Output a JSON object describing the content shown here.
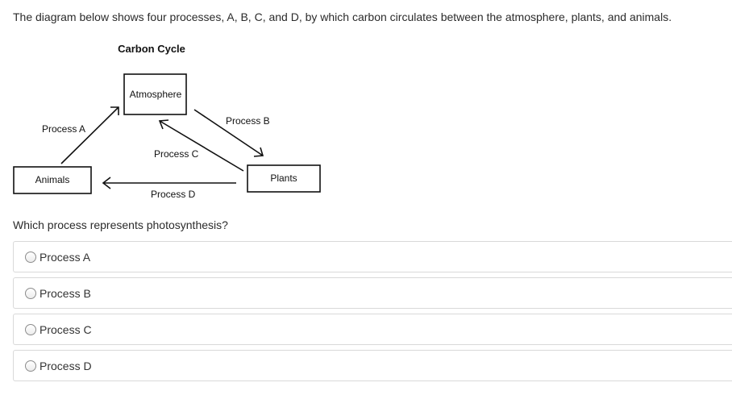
{
  "intro_text": "The diagram below shows four processes, A, B, C, and D, by which carbon circulates between the atmosphere, plants, and animals.",
  "diagram": {
    "title": "Carbon Cycle",
    "atmosphere_label": "Atmosphere",
    "animals_label": "Animals",
    "plants_label": "Plants",
    "process_a": "Process A",
    "process_b": "Process B",
    "process_c": "Process C",
    "process_d": "Process D"
  },
  "question": "Which process represents photosynthesis?",
  "options": [
    {
      "label": "Process A"
    },
    {
      "label": "Process B"
    },
    {
      "label": "Process C"
    },
    {
      "label": "Process D"
    }
  ]
}
